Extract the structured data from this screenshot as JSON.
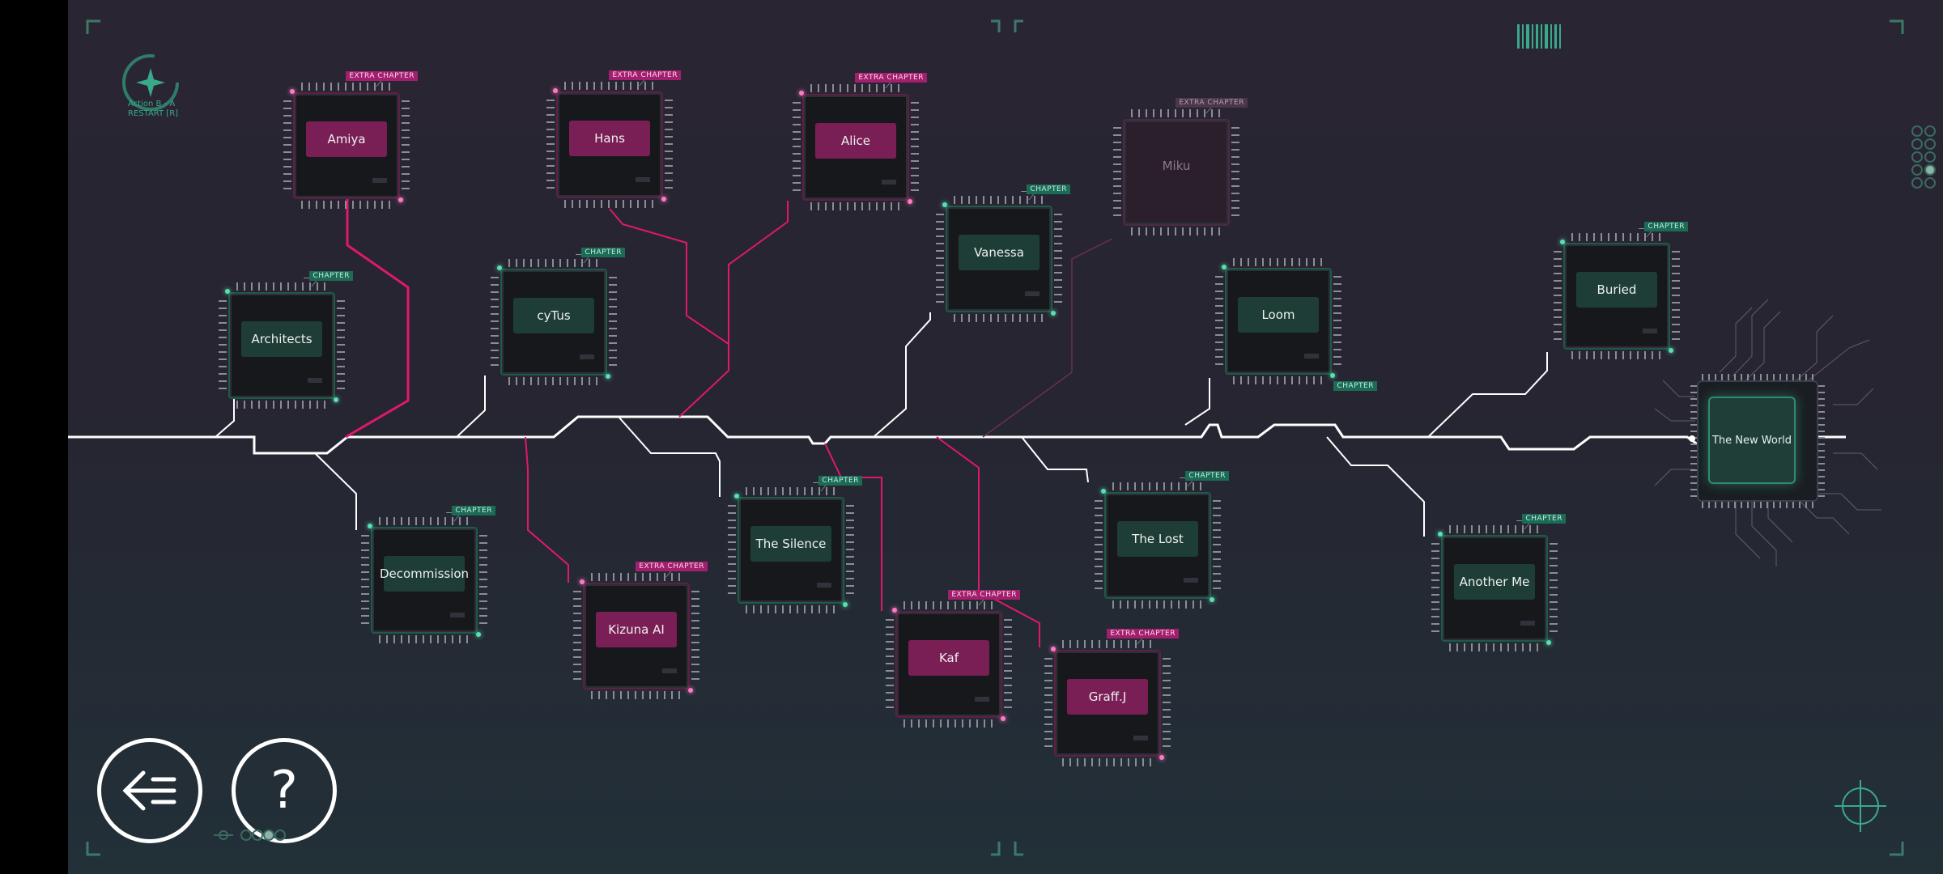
{
  "hud": {
    "hint_line1": "Action B - A",
    "hint_line2": "RESTART [R]"
  },
  "nodes": [
    {
      "id": "amiya",
      "label": "Amiya",
      "tag": "EXTRA CHAPTER",
      "kind": "extra"
    },
    {
      "id": "hans",
      "label": "Hans",
      "tag": "EXTRA CHAPTER",
      "kind": "extra"
    },
    {
      "id": "alice",
      "label": "Alice",
      "tag": "EXTRA CHAPTER",
      "kind": "extra"
    },
    {
      "id": "miku",
      "label": "Miku",
      "tag": "EXTRA CHAPTER",
      "kind": "locked"
    },
    {
      "id": "architects",
      "label": "Architects",
      "tag": "CHAPTER",
      "kind": "chapter"
    },
    {
      "id": "cytus",
      "label": "cyTus",
      "tag": "CHAPTER",
      "kind": "chapter"
    },
    {
      "id": "vanessa",
      "label": "Vanessa",
      "tag": "CHAPTER",
      "kind": "chapter"
    },
    {
      "id": "loom",
      "label": "Loom",
      "tag": "CHAPTER",
      "kind": "chapter"
    },
    {
      "id": "buried",
      "label": "Buried",
      "tag": "CHAPTER",
      "kind": "chapter"
    },
    {
      "id": "decommission",
      "label": "Decommission",
      "tag": "CHAPTER",
      "kind": "chapter"
    },
    {
      "id": "kizuna",
      "label": "Kizuna AI",
      "tag": "EXTRA CHAPTER",
      "kind": "extra"
    },
    {
      "id": "silence",
      "label": "The Silence",
      "tag": "CHAPTER",
      "kind": "chapter"
    },
    {
      "id": "kaf",
      "label": "Kaf",
      "tag": "EXTRA CHAPTER",
      "kind": "extra"
    },
    {
      "id": "graffj",
      "label": "Graff.J",
      "tag": "EXTRA CHAPTER",
      "kind": "extra"
    },
    {
      "id": "thelost",
      "label": "The Lost",
      "tag": "CHAPTER",
      "kind": "chapter"
    },
    {
      "id": "anotherme",
      "label": "Another Me",
      "tag": "CHAPTER",
      "kind": "chapter"
    }
  ],
  "final_node": {
    "label": "The New World"
  },
  "buttons": {
    "back_icon": "back-list-icon",
    "help_label": "?"
  },
  "colors": {
    "chapter": "#1e3d37",
    "extra": "#7a1f56",
    "main_wire": "#ffffff",
    "extra_wire": "#e0186c",
    "accent": "#3aa88a"
  }
}
